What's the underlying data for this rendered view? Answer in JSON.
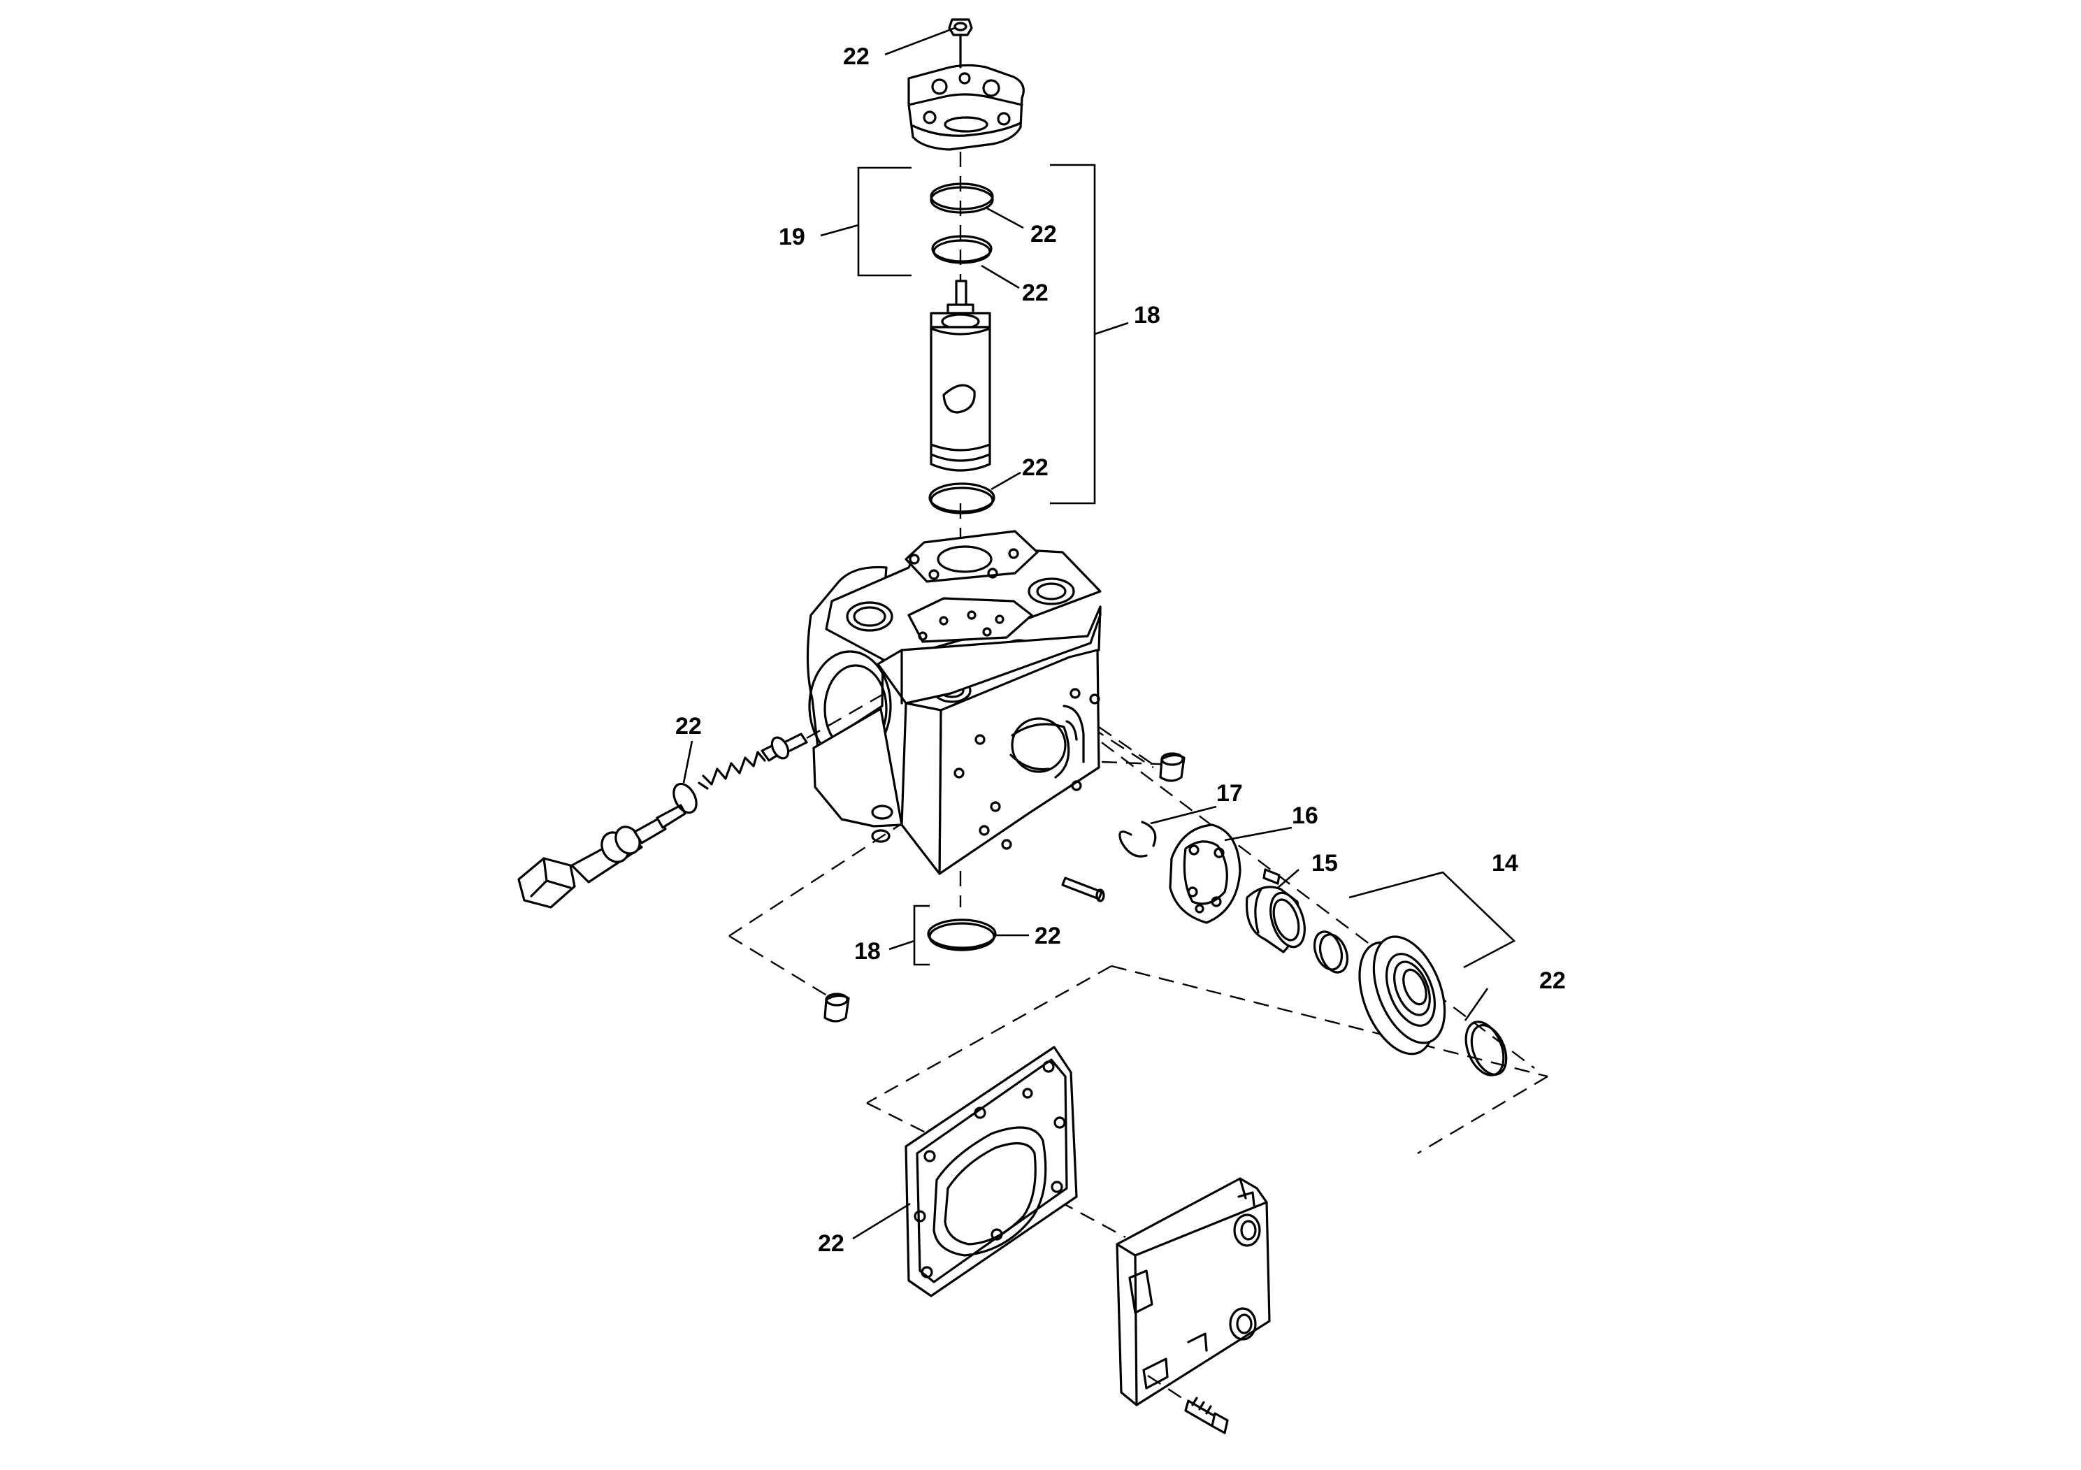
{
  "diagram": {
    "callouts": {
      "c22_top_nut": "22",
      "c22_ring_a": "22",
      "c22_ring_b": "22",
      "c22_ring_c": "22",
      "c19": "19",
      "c18_top": "18",
      "c22_left": "22",
      "c17": "17",
      "c16": "16",
      "c15": "15",
      "c14": "14",
      "c22_bearing_ring": "22",
      "c18_bottom": "18",
      "c22_bottom_ring": "22",
      "c22_gasket": "22"
    }
  }
}
